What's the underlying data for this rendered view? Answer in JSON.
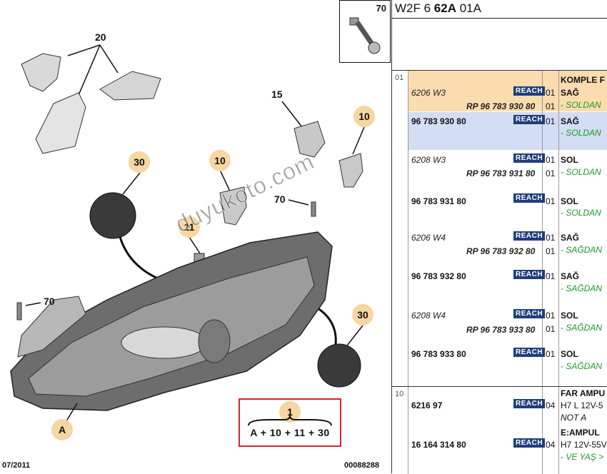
{
  "diagram": {
    "callouts": {
      "c30a": "30",
      "c10a": "10",
      "c10b": "10",
      "c11": "11",
      "c30b": "30",
      "cA": "A"
    },
    "labels": {
      "l20": "20",
      "l15": "15",
      "l70a": "70",
      "l70b": "70"
    },
    "formula": {
      "number": "1",
      "expression": "A + 10 + 11 + 30"
    },
    "inset_number": "70",
    "watermark": "duyukoto.com",
    "footer_date": "07/2011",
    "footer_code": "00088288"
  },
  "table": {
    "header": {
      "prefix": "W2F 6 ",
      "bold": "62A",
      "suffix": " 01A"
    },
    "colors": {
      "highlight_orange": "#fbdcae",
      "highlight_blue": "#d3ddf3",
      "reach_badge": "#1f3e7a",
      "note_green": "#1a9a2a"
    },
    "reach_label": "REACH",
    "groups": [
      "01",
      "10"
    ],
    "rows": [
      {
        "ref": "6206 W3",
        "ref2": "RP 96 783 930 80",
        "qty": "01",
        "qty2": "01",
        "desc": "KOMPLE F",
        "desc2": "SAĞ",
        "note": "- SOLDAN"
      },
      {
        "ref": "96 783 930 80",
        "qty": "01",
        "desc": "SAĞ",
        "note": "- SOLDAN"
      },
      {
        "ref": "6208 W3",
        "ref2": "RP 96 783 931 80",
        "qty": "01",
        "qty2": "01",
        "desc": "SOL",
        "note": "- SOLDAN"
      },
      {
        "ref": "96 783 931 80",
        "qty": "01",
        "desc": "SOL",
        "note": "- SOLDAN"
      },
      {
        "ref": "6206 W4",
        "ref2": "RP 96 783 932 80",
        "qty": "01",
        "qty2": "01",
        "desc": "SAĞ",
        "note": "- SAĞDAN"
      },
      {
        "ref": "96 783 932 80",
        "qty": "01",
        "desc": "SAĞ",
        "note": "- SAĞDAN"
      },
      {
        "ref": "6208 W4",
        "ref2": "RP 96 783 933 80",
        "qty": "01",
        "qty2": "01",
        "desc": "SOL",
        "note": "- SAĞDAN"
      },
      {
        "ref": "96 783 933 80",
        "qty": "01",
        "desc": "SOL",
        "note": "- SAĞDAN"
      },
      {
        "ref": "6216 97",
        "qty": "04",
        "desc": "FAR AMPU",
        "desc2": "H7 L 12V-5",
        "note_k": "NOT A"
      },
      {
        "ref": "16 164 314 80",
        "qty": "04",
        "desc": "E:AMPUL",
        "desc2": "H7 12V-55V",
        "note": "- VE YAŞ >"
      }
    ]
  }
}
